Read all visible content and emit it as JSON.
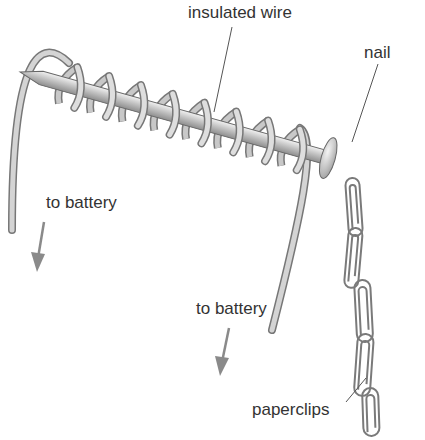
{
  "diagram": {
    "labels": [
      "insulated wire",
      "nail",
      "to battery",
      "to battery",
      "paperclips"
    ]
  }
}
